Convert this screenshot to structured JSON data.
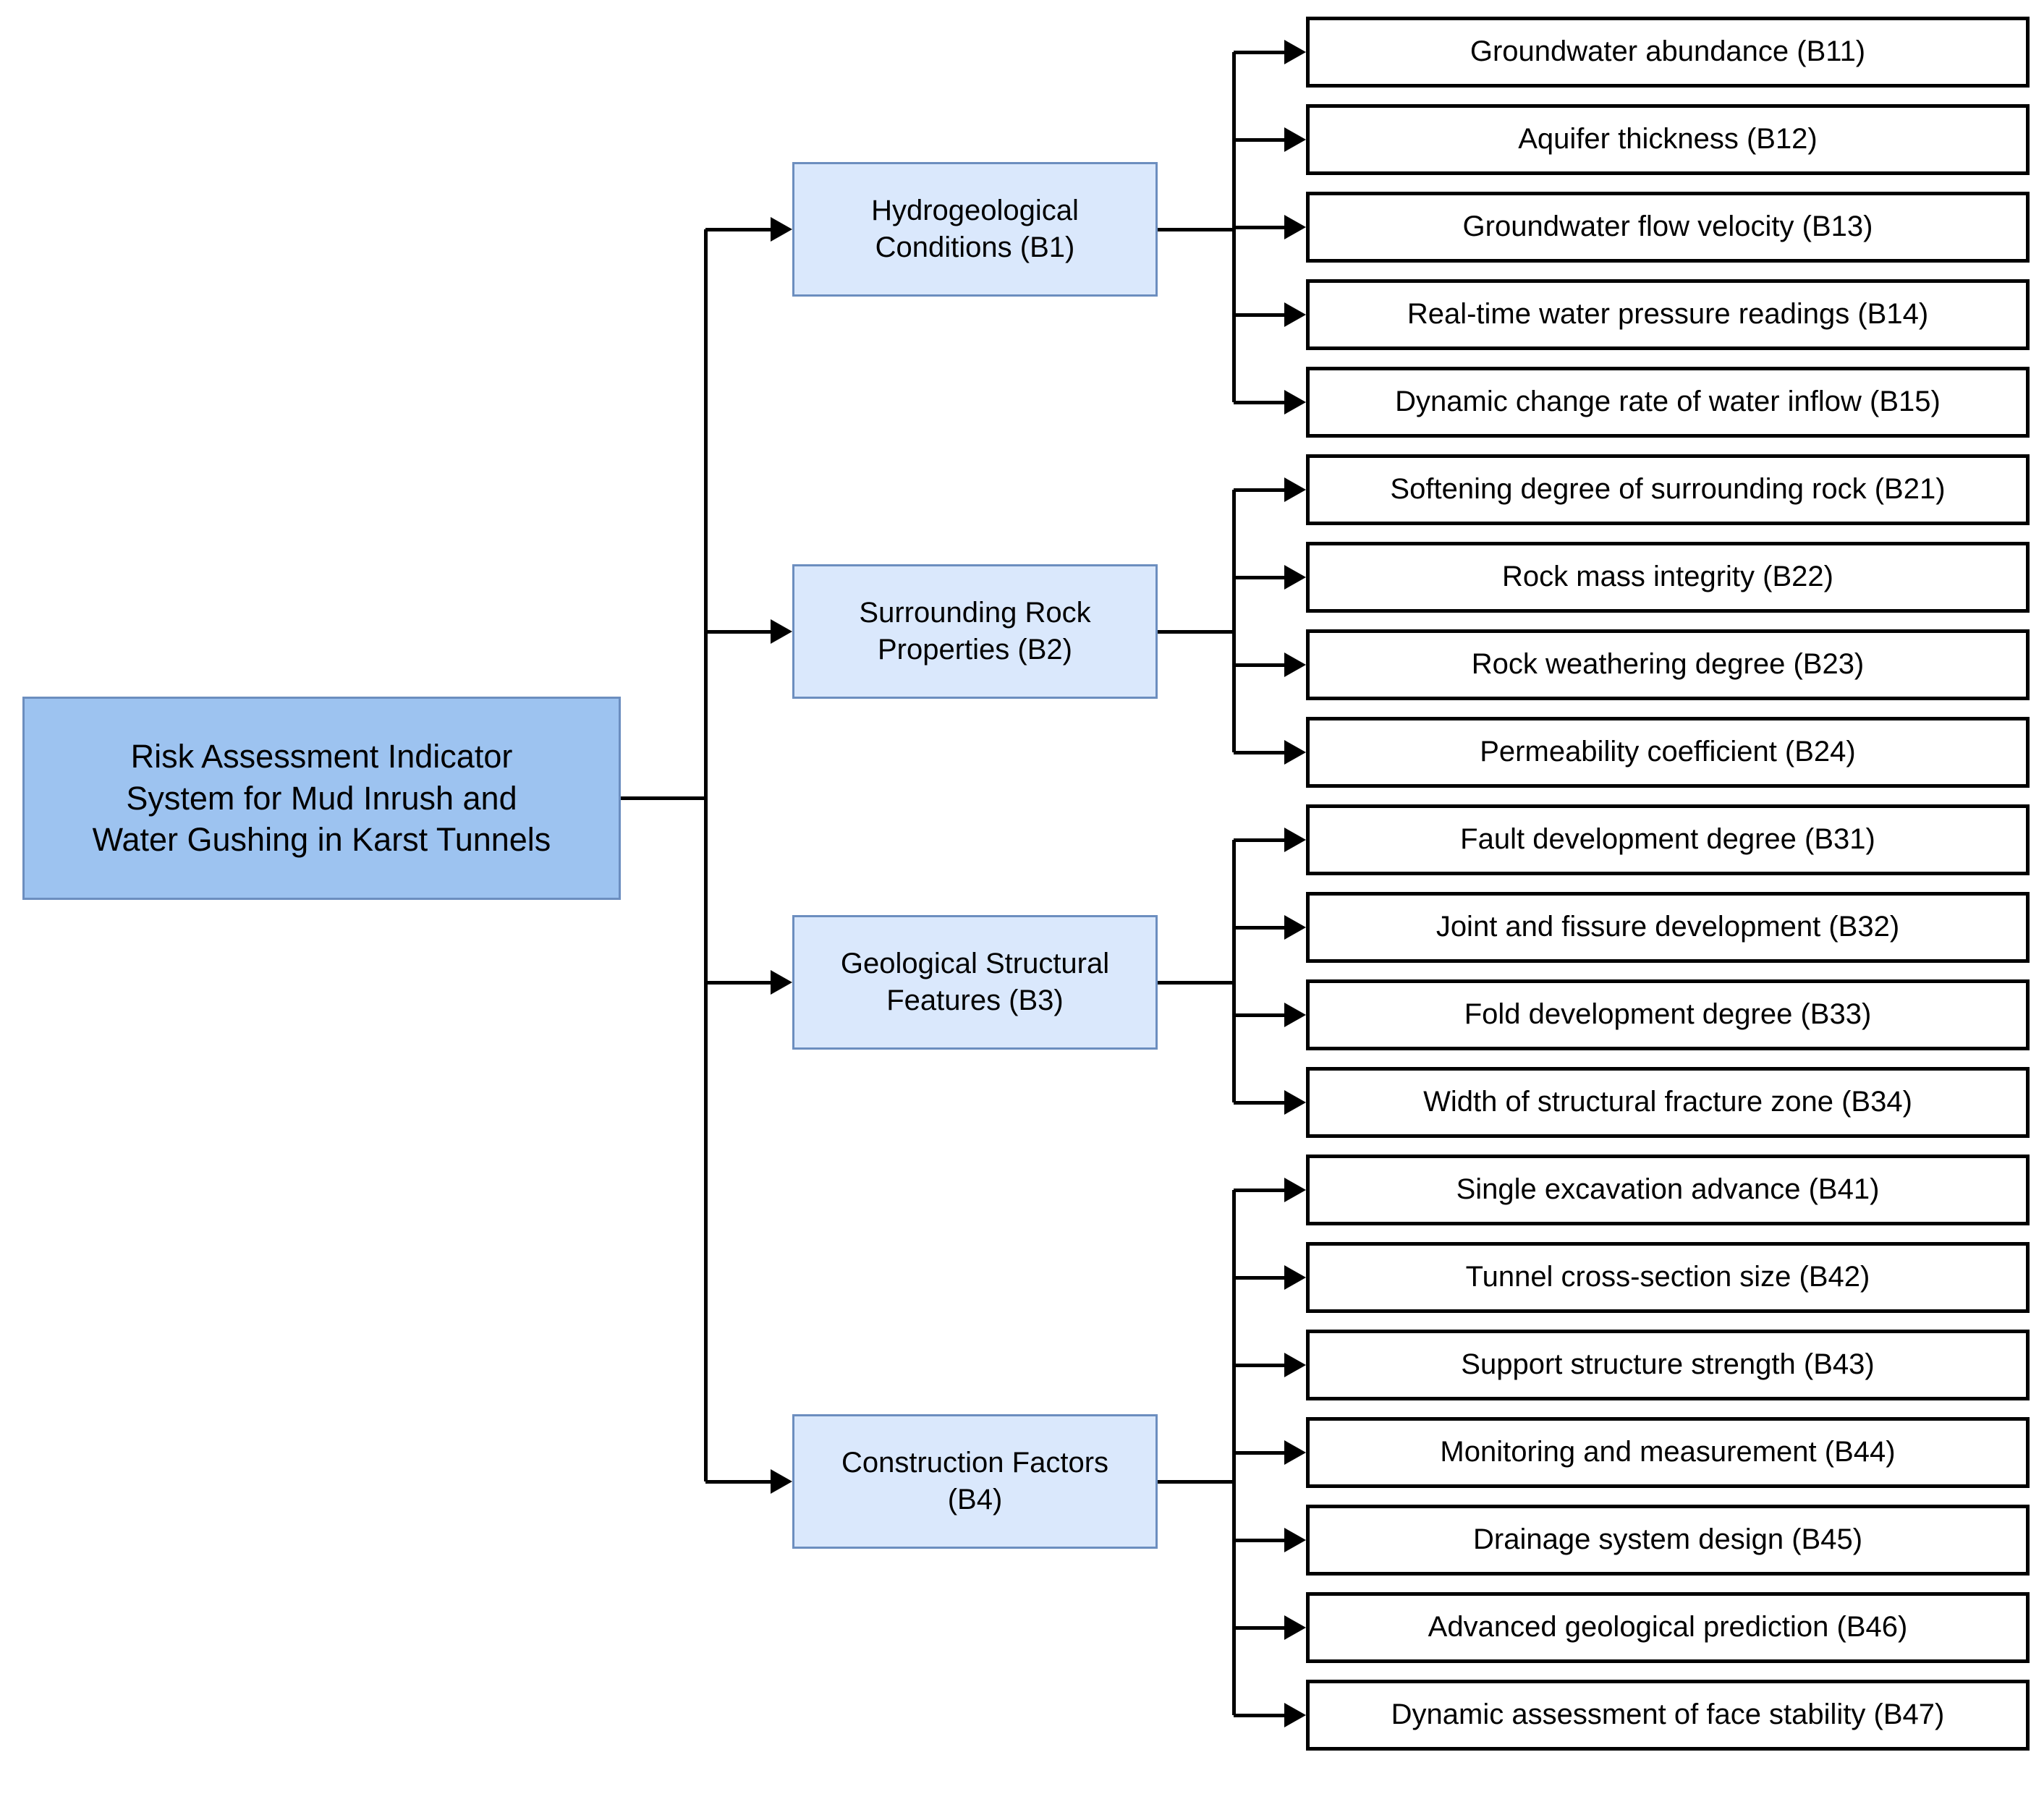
{
  "diagram": {
    "title": "Risk Assessment Indicator System for Mud Inrush and Water Gushing in Karst Tunnels",
    "type": "hierarchical-tree",
    "colors": {
      "root_fill": "#9DC3F0",
      "category_fill": "#DAE8FC",
      "node_border_blue": "#6C8EBF",
      "leaf_fill": "#FFFFFF",
      "leaf_border": "#000000",
      "connector": "#000000"
    }
  },
  "root": {
    "label": "Risk Assessment Indicator\nSystem for Mud Inrush and\nWater Gushing in Karst Tunnels"
  },
  "categories": [
    {
      "id": "B1",
      "label": "Hydrogeological\nConditions (B1)",
      "indicators": [
        {
          "id": "B11",
          "label": "Groundwater abundance (B11)"
        },
        {
          "id": "B12",
          "label": "Aquifer thickness (B12)"
        },
        {
          "id": "B13",
          "label": "Groundwater flow velocity (B13)"
        },
        {
          "id": "B14",
          "label": "Real-time water pressure readings (B14)"
        },
        {
          "id": "B15",
          "label": "Dynamic change rate of water inflow  (B15)"
        }
      ]
    },
    {
      "id": "B2",
      "label": "Surrounding Rock\nProperties (B2)",
      "indicators": [
        {
          "id": "B21",
          "label": "Softening degree of surrounding rock (B21)"
        },
        {
          "id": "B22",
          "label": "Rock mass integrity (B22)"
        },
        {
          "id": "B23",
          "label": "Rock weathering degree (B23)"
        },
        {
          "id": "B24",
          "label": "Permeability coefficient (B24)"
        }
      ]
    },
    {
      "id": "B3",
      "label": "Geological Structural\nFeatures (B3)",
      "indicators": [
        {
          "id": "B31",
          "label": "Fault development degree (B31)"
        },
        {
          "id": "B32",
          "label": "Joint and fissure development (B32)"
        },
        {
          "id": "B33",
          "label": "Fold development degree (B33)"
        },
        {
          "id": "B34",
          "label": "Width of structural fracture zone (B34)"
        }
      ]
    },
    {
      "id": "B4",
      "label": "Construction Factors\n(B4)",
      "indicators": [
        {
          "id": "B41",
          "label": "Single excavation advance (B41)"
        },
        {
          "id": "B42",
          "label": "Tunnel cross-section size (B42)"
        },
        {
          "id": "B43",
          "label": "Support structure strength (B43)"
        },
        {
          "id": "B44",
          "label": "Monitoring and measurement (B44)"
        },
        {
          "id": "B45",
          "label": "Drainage system design (B45)"
        },
        {
          "id": "B46",
          "label": "Advanced geological prediction (B46)"
        },
        {
          "id": "B47",
          "label": "Dynamic assessment of face stability (B47)"
        }
      ]
    }
  ]
}
